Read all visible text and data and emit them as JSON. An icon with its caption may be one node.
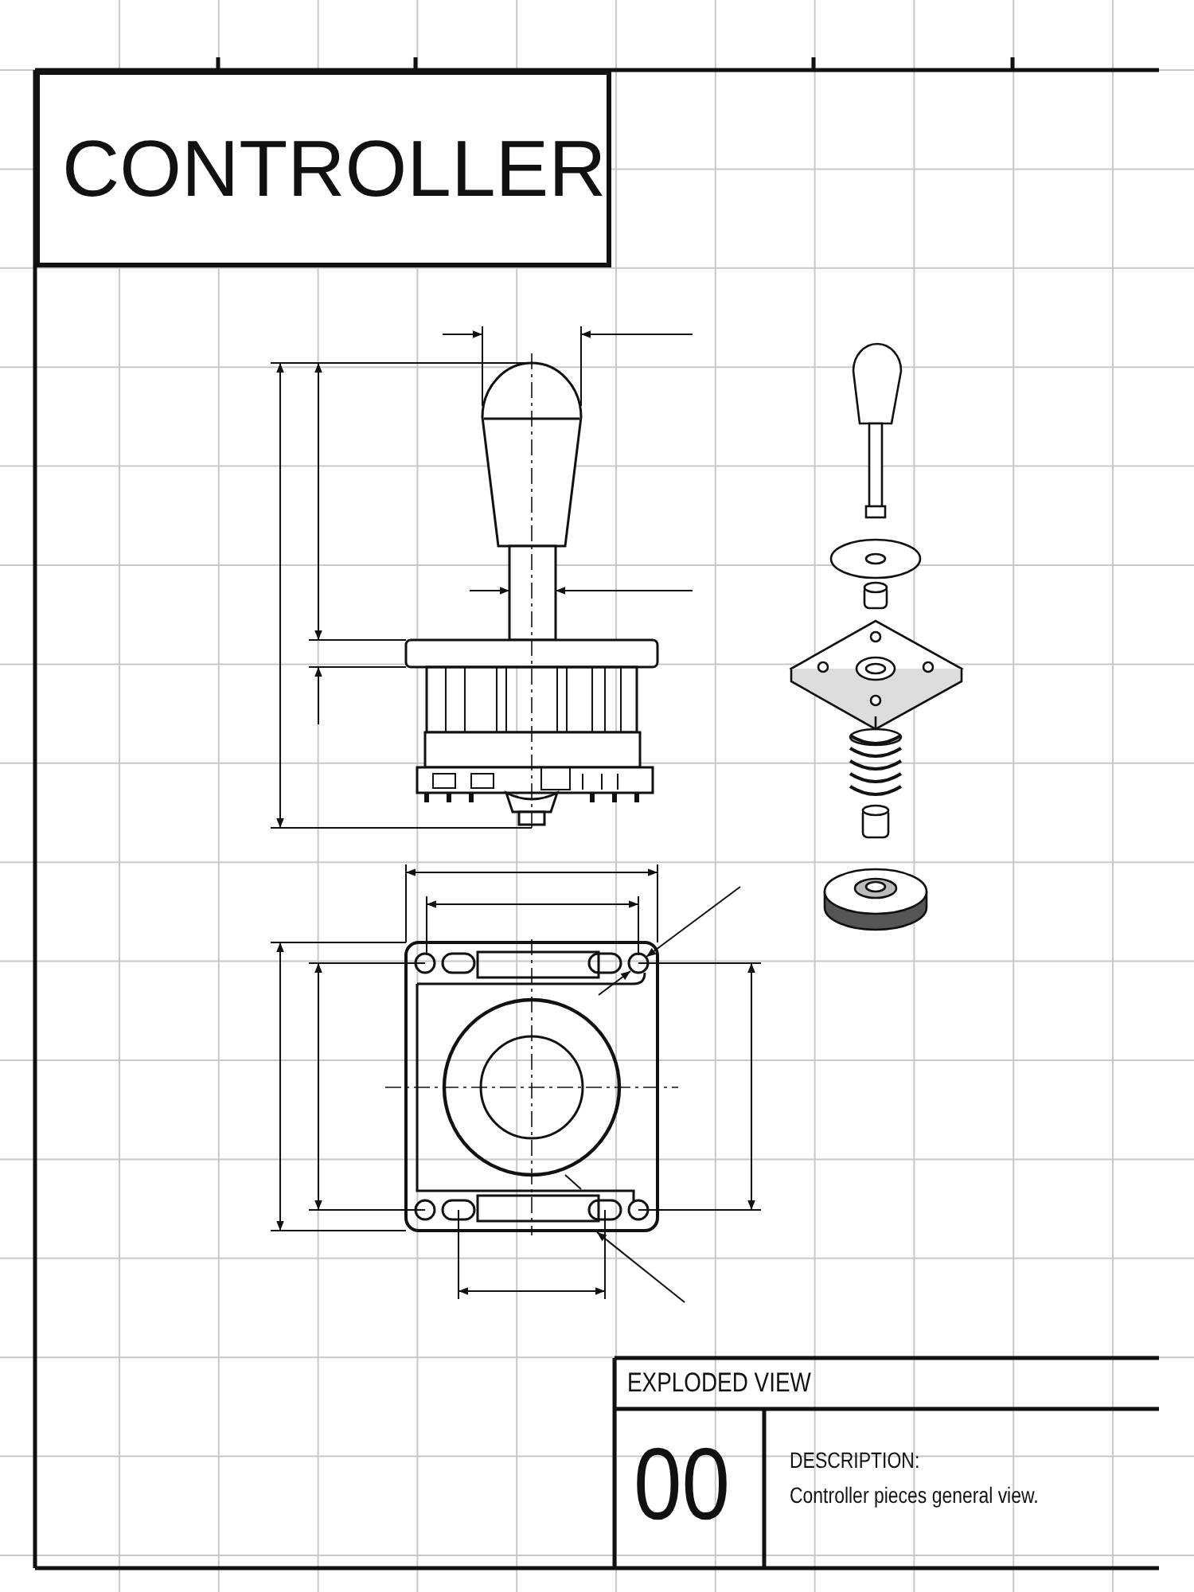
{
  "diagram": {
    "title": "CONTROLLER",
    "labels": [
      "EXPLODED VIEW",
      "00",
      "DESCRIPTION:",
      "Controller pieces general view."
    ]
  }
}
